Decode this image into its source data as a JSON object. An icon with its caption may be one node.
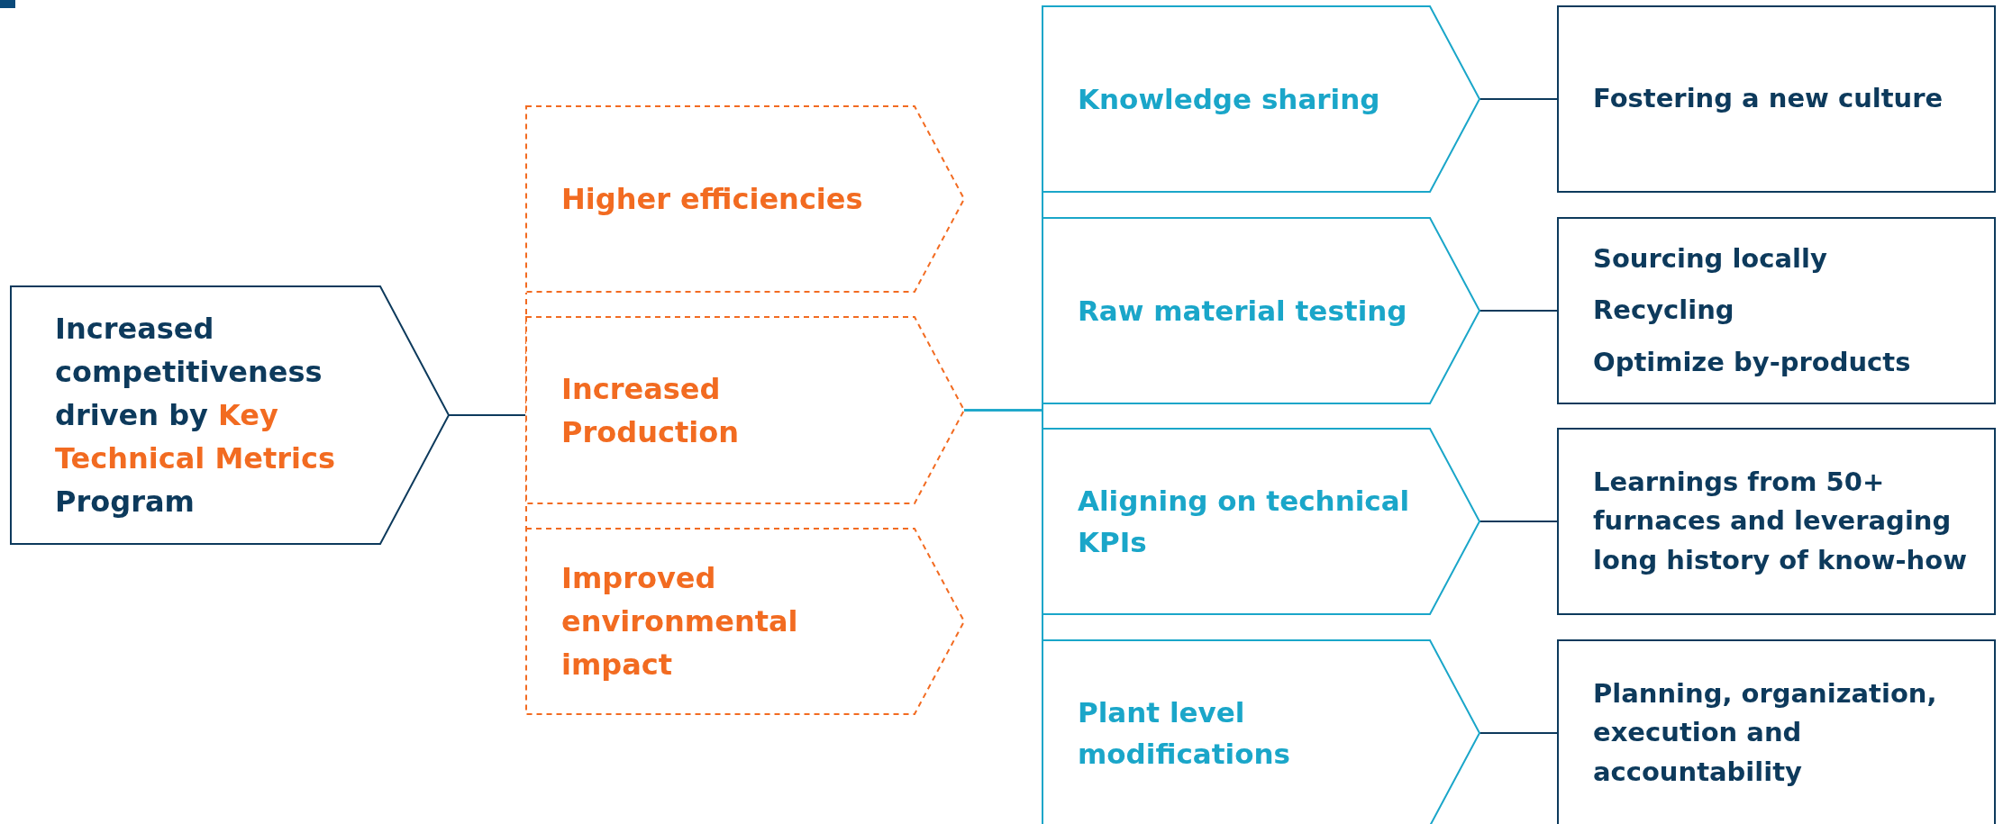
{
  "diagram": {
    "nodes": [
      {
        "text": [
          "Increased competitiveness driven by **Key Technical Metrics** Program"
        ]
      },
      {
        "text": [
          "Higher efficiencies"
        ]
      },
      {
        "text": [
          "Increased Production"
        ]
      },
      {
        "text": [
          "Improved environmental impact"
        ]
      },
      {
        "text": [
          "Knowledge sharing"
        ]
      },
      {
        "text": [
          "Raw material testing"
        ]
      },
      {
        "text": [
          "Aligning on technical KPIs"
        ]
      },
      {
        "text": [
          "Plant level modifications"
        ]
      },
      {
        "text": [
          "Fostering a new culture"
        ]
      },
      {
        "text": [
          "Sourcing locally",
          "Recycling",
          "Optimize by-products"
        ]
      },
      {
        "text": [
          "Learnings from 50+ furnaces and leveraging long history of know-how"
        ]
      },
      {
        "text": [
          "Planning, organization, execution and accountability"
        ]
      }
    ],
    "edges": [
      {
        "from": 0,
        "to": 1,
        "arrow": "none",
        "style": "dashed",
        "color": "#f26b21"
      },
      {
        "from": 0,
        "to": 2,
        "arrow": "none"
      },
      {
        "from": 0,
        "to": 3,
        "arrow": "none",
        "style": "dashed",
        "color": "#f26b21"
      },
      {
        "from": 2,
        "to": 4,
        "arrow": "none",
        "color": "#1aa6c9"
      },
      {
        "from": 2,
        "to": 5,
        "arrow": "none",
        "color": "#1aa6c9"
      },
      {
        "from": 2,
        "to": 6,
        "arrow": "none",
        "color": "#1aa6c9"
      },
      {
        "from": 2,
        "to": 7,
        "arrow": "none",
        "color": "#1aa6c9"
      },
      {
        "from": 4,
        "to": 8,
        "arrow": "none"
      },
      {
        "from": 5,
        "to": 9,
        "arrow": "none"
      },
      {
        "from": 6,
        "to": 10,
        "arrow": "none"
      },
      {
        "from": 7,
        "to": 11,
        "arrow": "none"
      }
    ]
  }
}
